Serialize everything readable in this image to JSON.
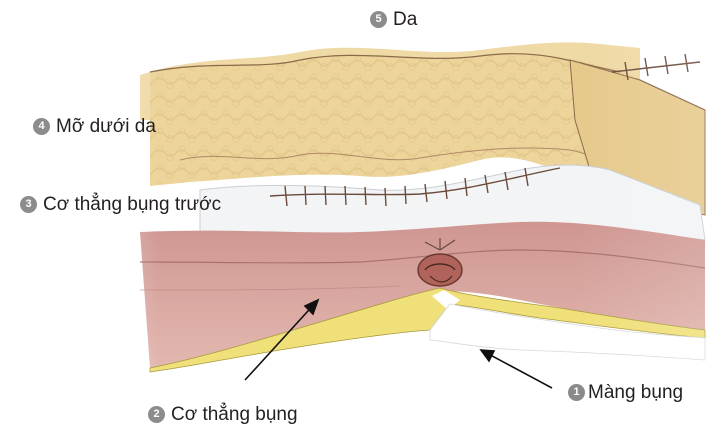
{
  "labels": {
    "skin": {
      "number": "5",
      "text": "Da"
    },
    "subcutaneous_fat": {
      "number": "4",
      "text": "Mỡ dưới da"
    },
    "anterior_rectus_sheath": {
      "number": "3",
      "text": "Cơ thẳng bụng trước"
    },
    "rectus_muscle": {
      "number": "2",
      "text": "Cơ thẳng bụng"
    },
    "peritoneum": {
      "number": "1",
      "text": "Màng bụng"
    }
  },
  "colors": {
    "skin_fat": "#ecd49a",
    "sheath": "#f2f4f6",
    "muscle": "#d7a29c",
    "muscle_dark": "#b98a86",
    "peritoneum": "#efe07a",
    "outline": "#7b5b45",
    "suture": "#6a4a3a"
  }
}
